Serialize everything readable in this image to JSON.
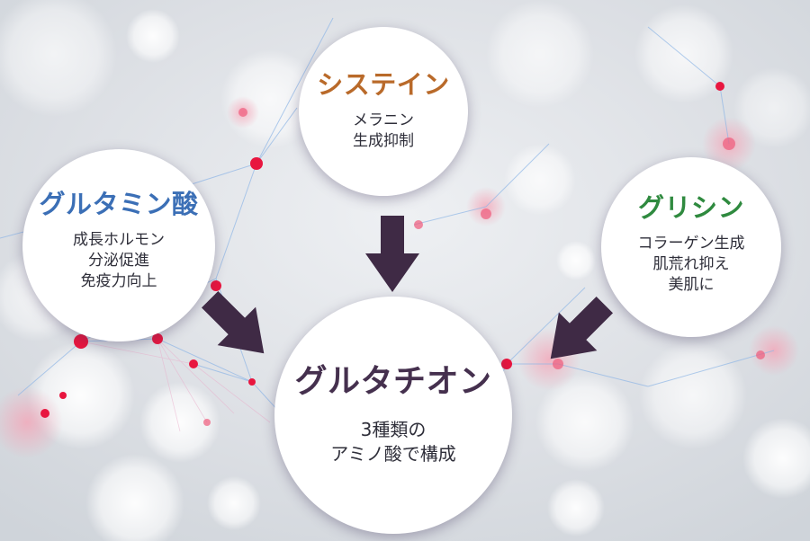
{
  "colors": {
    "cysteine": "#b96a2a",
    "glutamine": "#3b6fb6",
    "glycine": "#2f8a3f",
    "glutathione": "#45304e",
    "arrow": "#3f2a45"
  },
  "nodes": {
    "cysteine": {
      "title": "システイン",
      "desc": "メラニン\n生成抑制"
    },
    "glutamine": {
      "title": "グルタミン酸",
      "desc": "成長ホルモン\n分泌促進\n免疫力向上"
    },
    "glycine": {
      "title": "グリシン",
      "desc": "コラーゲン生成\n肌荒れ抑え\n美肌に"
    },
    "glutathione": {
      "title": "グルタチオン",
      "desc": "3種類の\nアミノ酸で構成"
    }
  },
  "icons": {
    "arrow_top": "arrow-down-icon",
    "arrow_left": "arrow-down-right-icon",
    "arrow_right": "arrow-down-left-icon"
  }
}
